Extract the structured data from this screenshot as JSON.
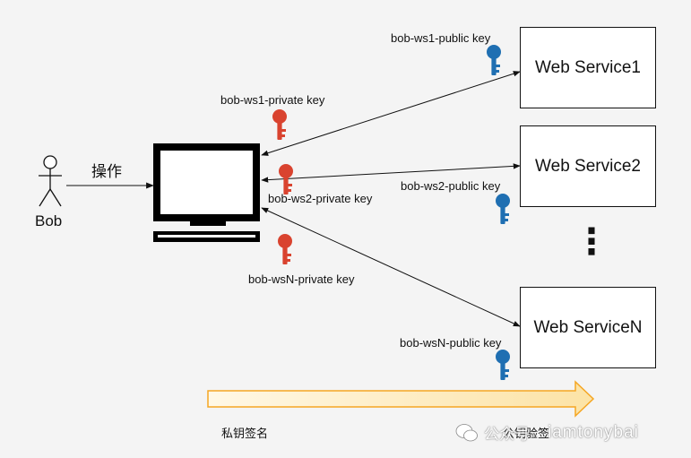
{
  "person": {
    "label": "Bob"
  },
  "action": {
    "label": "操作"
  },
  "services": [
    {
      "name": "Web Service1",
      "public_key": "bob-ws1-public key"
    },
    {
      "name": "Web Service2",
      "public_key": "bob-ws2-public key"
    },
    {
      "name": "Web ServiceN",
      "public_key": "bob-wsN-public key"
    }
  ],
  "private_keys": [
    "bob-ws1-private key",
    "bob-ws2-private key",
    "bob-wsN-private key"
  ],
  "ellipsis": "⋮",
  "flow": {
    "sign_label": "私钥签名",
    "verify_label": "公钥验签"
  },
  "watermark": {
    "channel": "公众号",
    "user": "iamtonybai"
  },
  "colors": {
    "private_key": "#d9432f",
    "public_key": "#1f6fb2",
    "flow_arrow": "#f5a623",
    "flow_fill": "#fce9b8"
  },
  "icons": {
    "person": "stick-figure-icon",
    "computer": "computer-monitor-icon",
    "private_key": "red-key-icon",
    "public_key": "blue-key-icon",
    "channel": "wechat-icon"
  }
}
